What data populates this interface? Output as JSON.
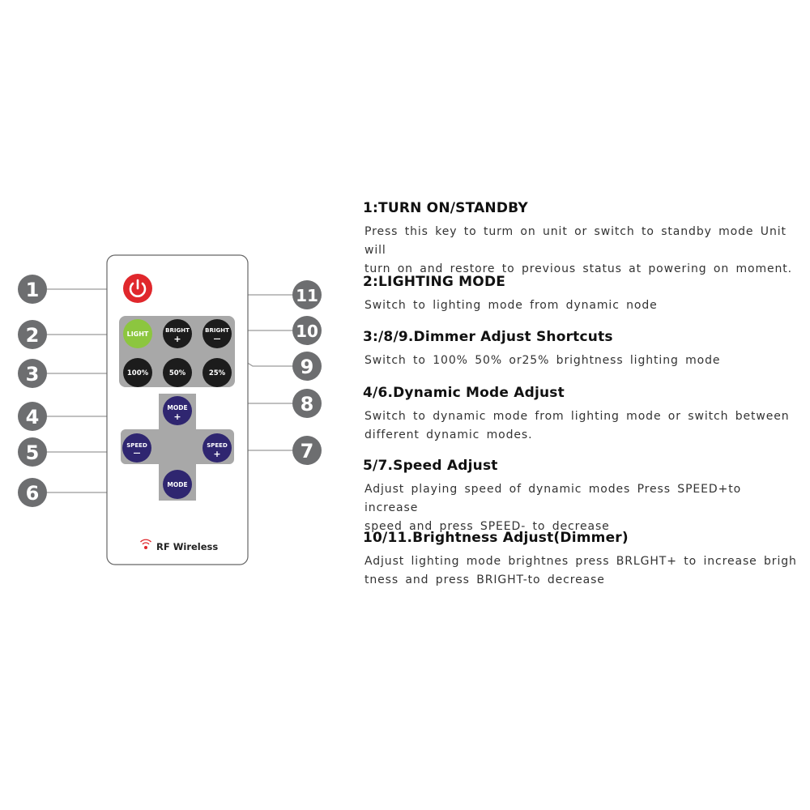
{
  "remote": {
    "keys": {
      "power": "",
      "light": "LIGHT",
      "bright_plus": {
        "label": "BRIGHT",
        "sign": "+"
      },
      "bright_minus": {
        "label": "BRIGHT",
        "sign": "—"
      },
      "pct100": "100%",
      "pct50": "50%",
      "pct25": "25%",
      "mode_plus": {
        "label": "MODE",
        "sign": "+"
      },
      "speed_minus": {
        "label": "SPEED",
        "sign": "—"
      },
      "speed_plus": {
        "label": "SPEED",
        "sign": "+"
      },
      "mode": "MODE"
    },
    "brand_label": "RF Wireless",
    "colors": {
      "power": "#e0272c",
      "light": "#8cc63f",
      "dark_key": "#1c1c1c",
      "mode_key": "#2f2670",
      "pad": "#a8a8a8"
    }
  },
  "callouts": [
    "1",
    "2",
    "3",
    "4",
    "5",
    "6",
    "7",
    "8",
    "9",
    "10",
    "11"
  ],
  "sections": [
    {
      "title": "1:TURN ON/STANDBY",
      "lines": [
        "Press this key to turm on unit or switch to standby mode Unit will",
        "turn on and restore to previous status at powering on moment."
      ]
    },
    {
      "title": "2:LIGHTING MODE",
      "lines": [
        "Switch to lighting mode from dynamic node"
      ]
    },
    {
      "title": "3:/8/9.Dimmer Adjust Shortcuts",
      "lines": [
        "Switch to 100% 50% or25% brightness lighting mode"
      ]
    },
    {
      "title": "4/6.Dynamic Mode Adjust",
      "lines": [
        "Switch to dynamic mode from lighting mode or switch  between",
        "different dynamic modes."
      ]
    },
    {
      "title": "5/7.Speed Adjust",
      "lines": [
        "Adjust playing speed of dynamic modes Press SPEED+to increase",
        "speed and press SPEED- to decrease"
      ]
    },
    {
      "title": "10/11.Brightness Adjust(Dimmer)",
      "lines": [
        "Adjust lighting mode brightnes press BRLGHT+ to increase brigh",
        "tness and press BRIGHT-to decrease"
      ]
    }
  ]
}
